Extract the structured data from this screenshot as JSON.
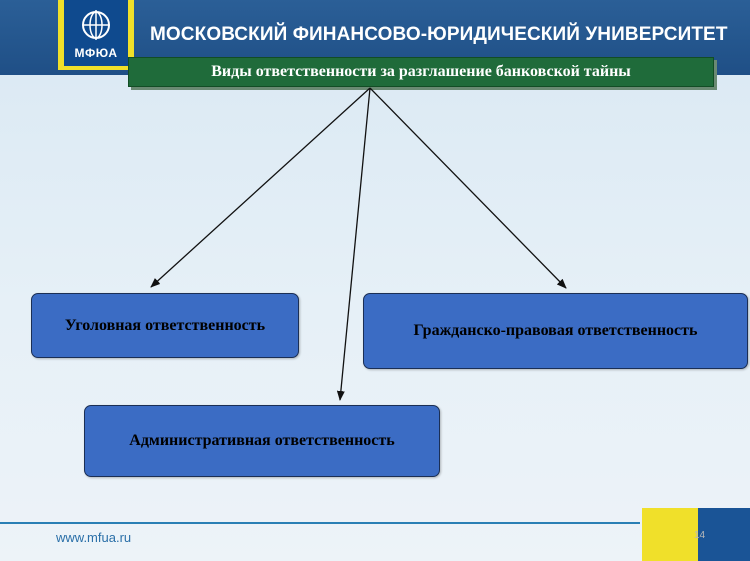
{
  "header": {
    "logo_text": "МФЮА",
    "university_name": "МОСКОВСКИЙ ФИНАНСОВО-ЮРИДИЧЕСКИЙ УНИВЕРСИТЕТ"
  },
  "diagram": {
    "title": "Виды ответственности за разглашение банковской тайны",
    "nodes": {
      "criminal": "Уголовная ответственность",
      "civil": "Гражданско-правовая ответственность",
      "administrative": "Административная ответственность"
    }
  },
  "footer": {
    "url": "www.mfua.ru",
    "page_number": "14"
  },
  "colors": {
    "header_blue": "#1f4f86",
    "accent_yellow": "#f0e02a",
    "title_green": "#1f6b3a",
    "node_blue": "#3b6cc4"
  },
  "icons": {
    "logo": "globe-logo-icon"
  }
}
